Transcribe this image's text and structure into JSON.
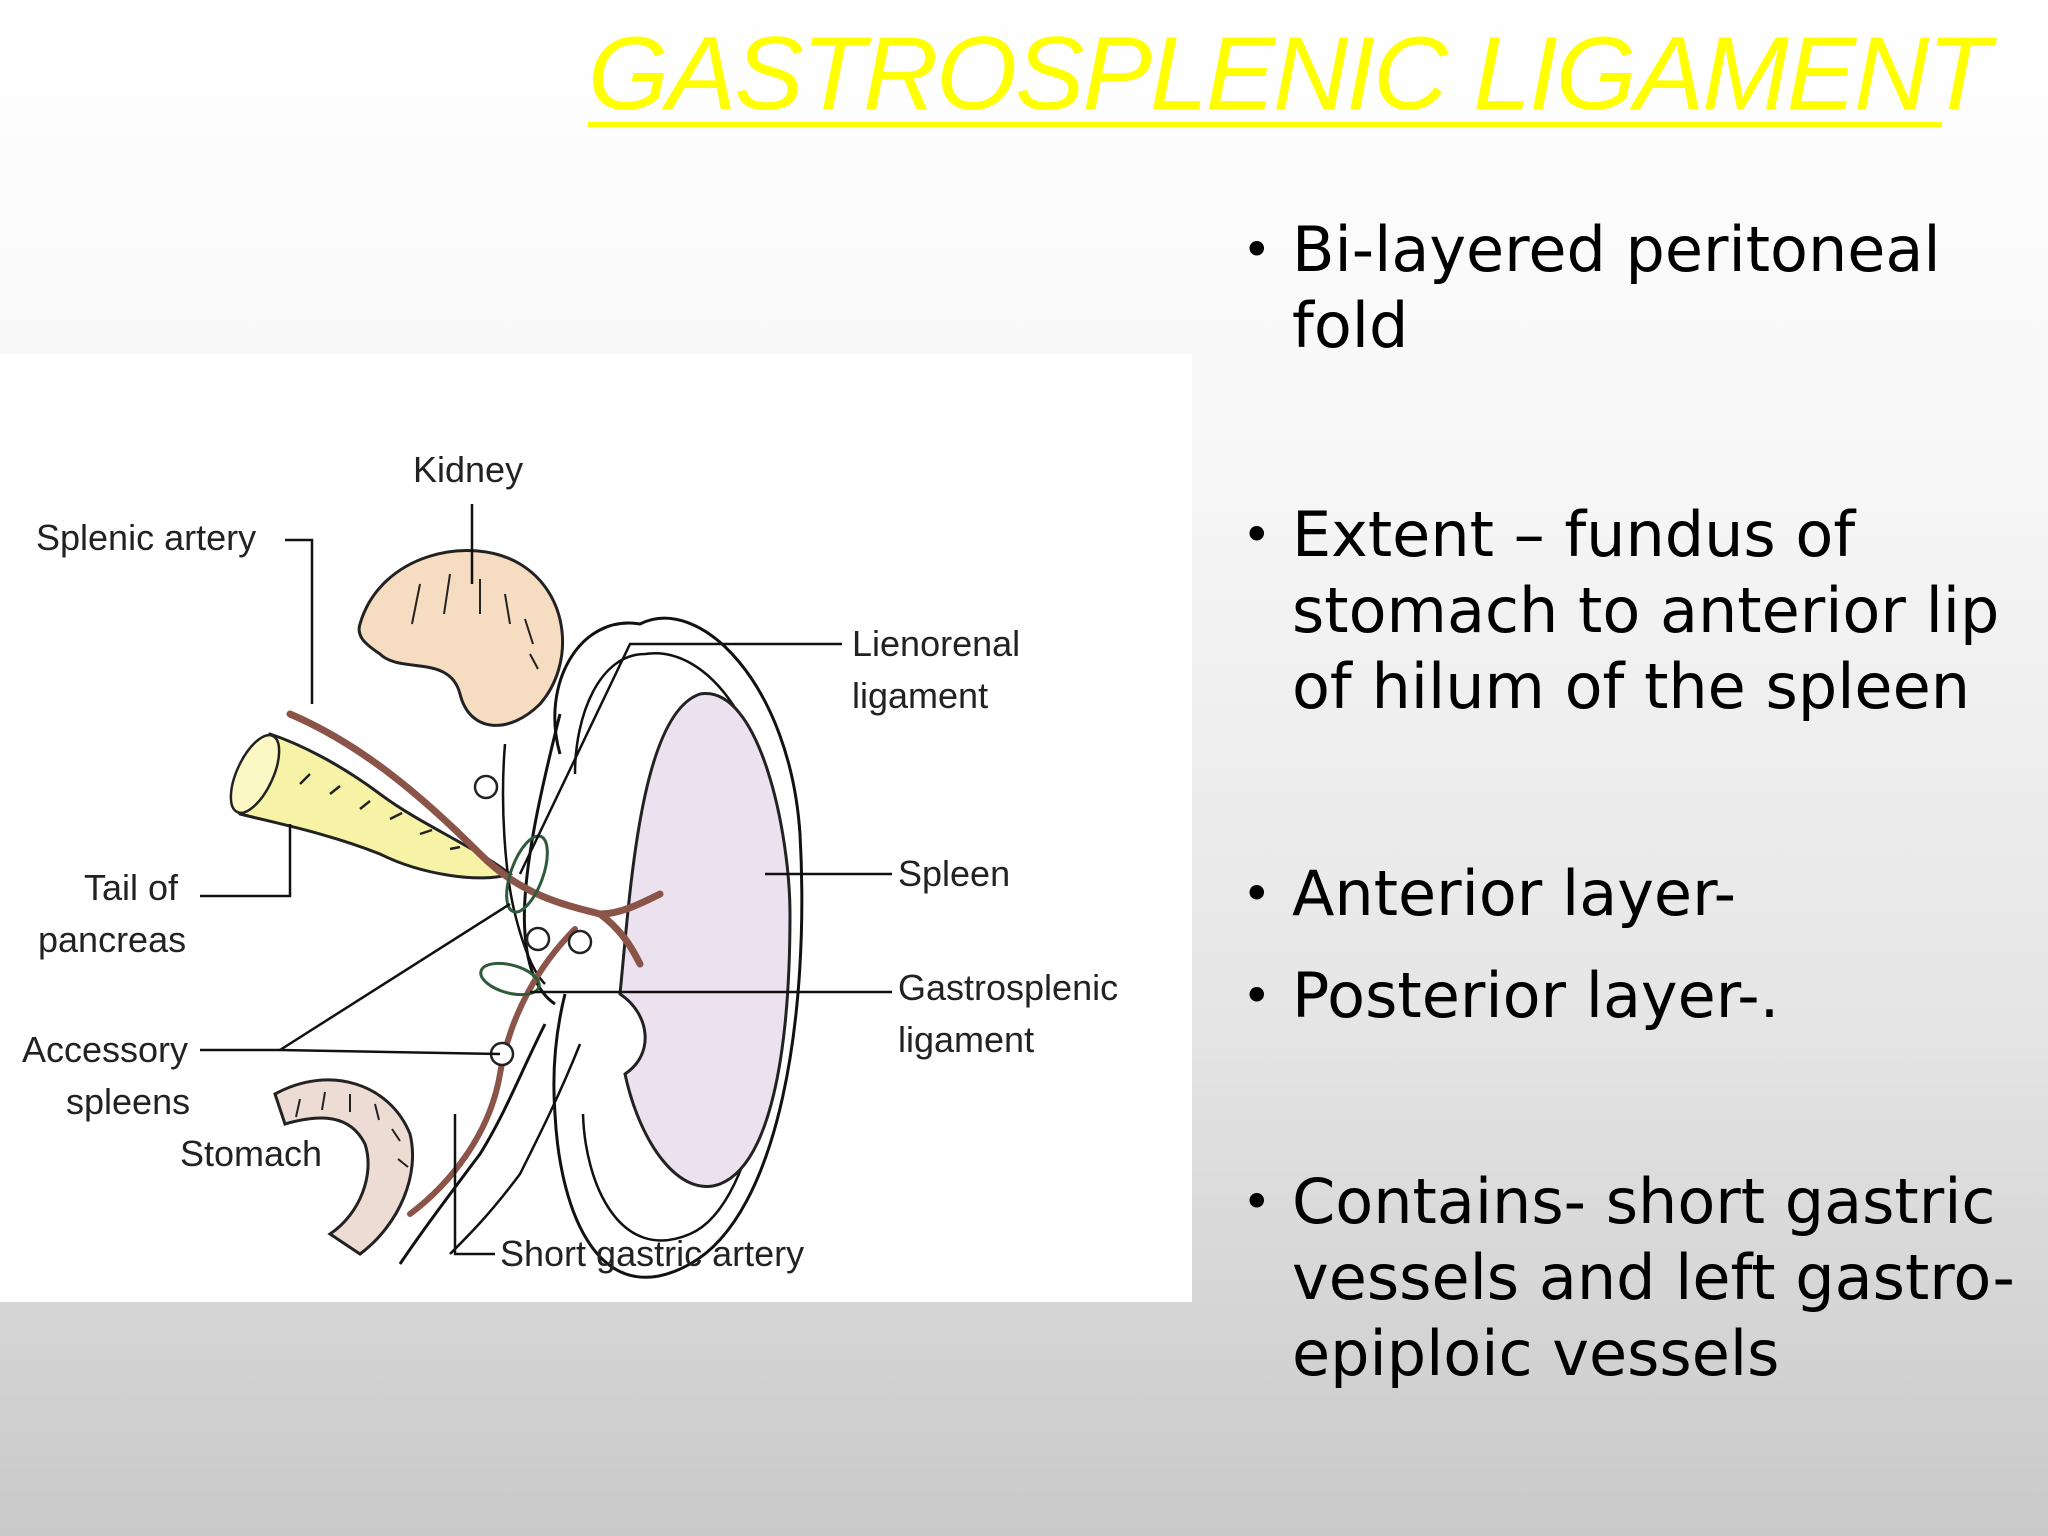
{
  "slide": {
    "title": "GASTROSPLENIC LIGAMENT",
    "title_color": "#ffff00",
    "bullet_glyph": "•",
    "bullets": [
      "Bi-layered peritoneal fold",
      "Extent – fundus of stomach to anterior lip of hilum of the spleen",
      "Anterior layer-",
      "Posterior layer-.",
      "Contains- short gastric vessels and left gastro-epiploic vessels"
    ]
  },
  "diagram": {
    "labels": {
      "kidney": "Kidney",
      "splenic_artery": "Splenic artery",
      "lienorenal_1": "Lienorenal",
      "lienorenal_2": "ligament",
      "spleen": "Spleen",
      "tail_1": "Tail of",
      "tail_2": "pancreas",
      "gastrosplenic_1": "Gastrosplenic",
      "gastrosplenic_2": "ligament",
      "accessory_1": "Accessory",
      "accessory_2": "spleens",
      "stomach": "Stomach",
      "short_gastric": "Short gastric artery"
    },
    "colors": {
      "kidney": "#f6dcc0",
      "spleen": "#ece2ef",
      "pancreas": "#f6f2a6",
      "artery": "#8a5548",
      "stomach": "#ecdcd4"
    }
  }
}
